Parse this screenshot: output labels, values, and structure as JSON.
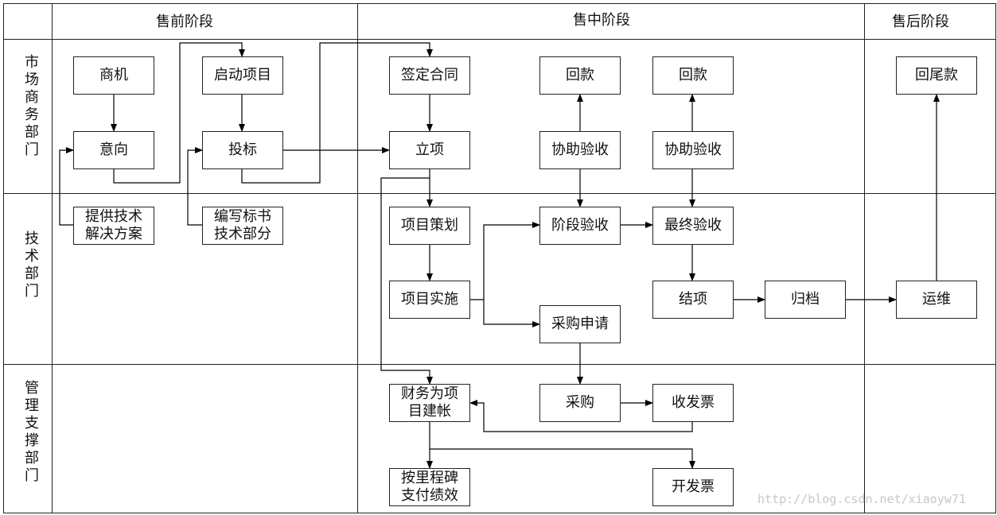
{
  "phases": {
    "pre": "售前阶段",
    "mid": "售中阶段",
    "post": "售后阶段"
  },
  "lanes": {
    "market": "市场商务部门",
    "tech": "技术部门",
    "support": "管理支撑部门"
  },
  "nodes": {
    "opportunity": "商机",
    "intent": "意向",
    "start_project": "启动项目",
    "bid": "投标",
    "provide_solution": "提供技术\n解决方案",
    "write_bid_doc": "编写标书\n技术部分",
    "sign_contract": "签定合同",
    "setup_project": "立项",
    "project_plan": "项目策划",
    "project_impl": "项目实施",
    "payment_1": "回款",
    "assist_accept_1": "协助验收",
    "payment_2": "回款",
    "assist_accept_2": "协助验收",
    "stage_accept": "阶段验收",
    "final_accept": "最终验收",
    "purchase_request": "采购申请",
    "close_project": "结项",
    "archive": "归档",
    "final_payment": "回尾款",
    "maintenance": "运维",
    "finance_account": "财务为项\n目建帐",
    "purchase": "采购",
    "invoice_receive": "收发票",
    "milestone_pay": "按里程碑\n支付绩效",
    "issue_invoice": "开发票"
  },
  "watermark": "http://blog.csdn.net/xiaoyw71"
}
